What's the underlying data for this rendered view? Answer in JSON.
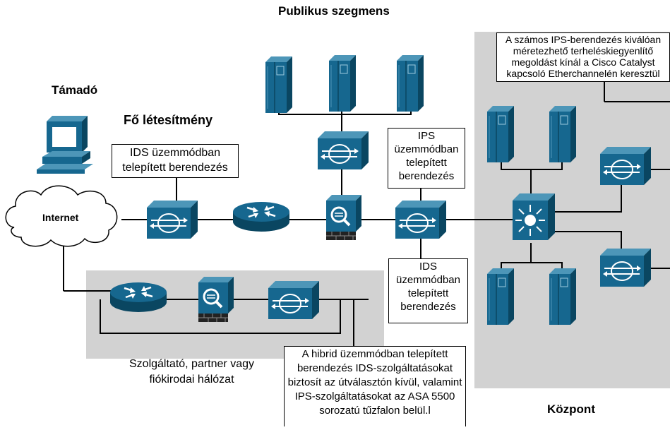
{
  "titles": {
    "public_segment": "Publikus szegmens",
    "attacker": "Támadó",
    "main_facility": "Fő létesítmény",
    "internet": "Internet",
    "partner_network": [
      "Szolgáltató, partner vagy",
      "fiókirodai hálózat"
    ],
    "headquarters": "Központ"
  },
  "callouts": {
    "ids_main": [
      "IDS üzemmódban",
      "telepített berendezés"
    ],
    "ips_public": [
      "IPS",
      "üzemmódban",
      "telepített",
      "berendezés"
    ],
    "ids_center": [
      "IDS",
      "üzemmódban",
      "telepített",
      "berendezés"
    ],
    "load_balancing": [
      "A számos IPS-berendezés kiválóan",
      "méretezhető terheléskiegyenlítő",
      "megoldást kínál a Cisco Catalyst",
      "kapcsoló Etherchannelén keresztül"
    ],
    "hybrid": [
      "A hibrid üzemmódban telepített",
      "berendezés IDS-szolgáltatásokat",
      "biztosít az útválasztón kívül, valamint",
      "IPS-szolgáltatásokat az ASA 5500",
      "sorozatú tűzfalon belül.l"
    ]
  },
  "colors": {
    "device_face": "#16678f",
    "device_side": "#0a4661",
    "device_top": "#4d96b8",
    "zone_fill": "#d2d2d2",
    "line": "#000000"
  },
  "icons": [
    "server-icon",
    "ids-sensor-icon",
    "router-icon",
    "firewall-inspector-icon",
    "multilayer-switch-icon",
    "cloud-icon",
    "workstation-icon"
  ]
}
